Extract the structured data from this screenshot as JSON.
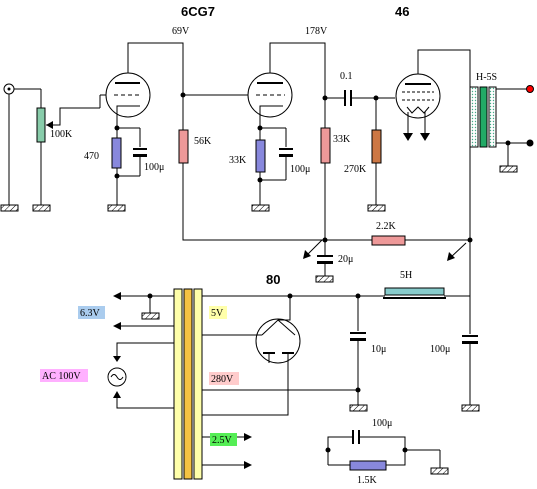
{
  "tubes": {
    "first_stage": "6CG7",
    "output_stage": "46",
    "rectifier": "80"
  },
  "voltages": {
    "plate_first": "69V",
    "plate_second": "178V"
  },
  "components": {
    "volume_pot": "100K",
    "cathode_r1": "470",
    "cathode_c1": "100μ",
    "plate_r1": "56K",
    "cathode_r2": "33K",
    "cathode_c2": "100μ",
    "plate_r2": "33K",
    "coupling_c": "0.1",
    "grid_r": "270K",
    "output_transformer": "H-5S",
    "dropping_r": "2.2K",
    "decoupling_c": "20μ",
    "choke": "5H",
    "filter_c1": "10μ",
    "filter_c2": "100μ",
    "heater_c": "100μ",
    "heater_r": "1.5K"
  },
  "power_transformer": {
    "tap_63": "6.3V",
    "tap_5": "5V",
    "tap_280": "280V",
    "tap_25": "2.5V",
    "primary": "AC 100V"
  },
  "colors": {
    "yellow_box": "#ffffaa",
    "blue_box": "#aaccee",
    "pink_box": "#ffb0ff",
    "salmon_box": "#ffcccc",
    "green_box": "#55ee55",
    "transformer_core": "#f5c242",
    "red_terminal": "#ff0000"
  }
}
